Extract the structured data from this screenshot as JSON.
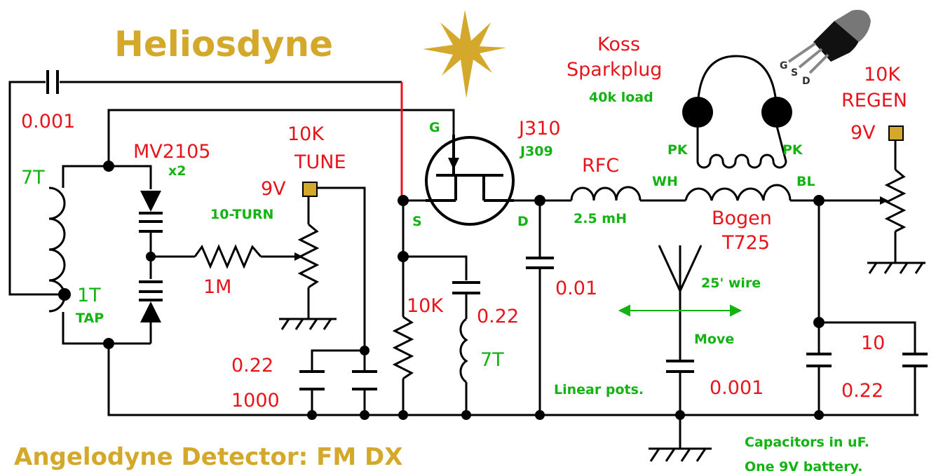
{
  "title": "Heliosdyne",
  "subtitle": "Angelodyne Detector: FM DX",
  "colors": {
    "wire": "#000000",
    "red": "#e8141b",
    "green": "#12b312",
    "gold": "#d4a82a",
    "terminal": "#d4a82a"
  },
  "labels": {
    "cap_top": "0.001",
    "coil_turns": "7T",
    "tap_turns": "1T",
    "tap": "TAP",
    "varactor": "MV2105",
    "varactor_qty": "x2",
    "tune_pot": "10K",
    "tune_word": "TUNE",
    "tune_9v": "9V",
    "ten_turn": "10-TURN",
    "r_1m": "1M",
    "c_022_left": "0.22",
    "c_1000": "1000",
    "gate": "G",
    "source": "S",
    "drain": "D",
    "fet": "J310",
    "fet_alt": "J309",
    "r_10k": "10K",
    "c_022_mid": "0.22",
    "coil2_turns": "7T",
    "c_001_mid": "0.01",
    "rfc": "RFC",
    "rfc_value": "2.5 mH",
    "koss1": "Koss",
    "koss2": "Sparkplug",
    "load": "40k load",
    "pk_left": "PK",
    "pk_right": "PK",
    "wh": "WH",
    "bl": "BL",
    "bogen1": "Bogen",
    "bogen2": "T725",
    "antenna": "25' wire",
    "move": "Move",
    "linear": "Linear pots.",
    "c_0001_right": "0.001",
    "regen_pot": "10K",
    "regen_word": "REGEN",
    "regen_9v": "9V",
    "c_10": "10",
    "c_022_right": "0.22",
    "note1": "Capacitors in uF.",
    "note2": "One 9V battery.",
    "pins": "GSD"
  }
}
